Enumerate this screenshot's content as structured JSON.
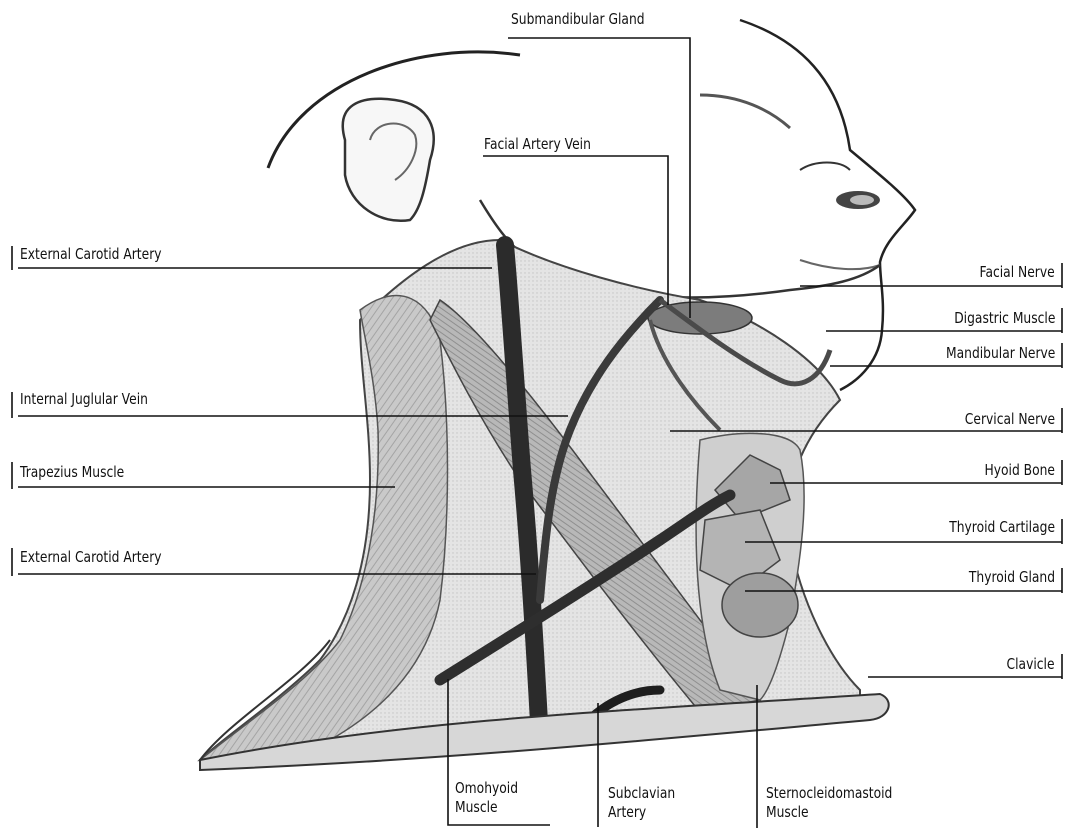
{
  "diagram": {
    "colors": {
      "ink": "#111111",
      "skin": "#f6f6f6",
      "muscle": "#bdbdbd",
      "muscle_dark": "#8e8e8e",
      "vessel": "#2b2b2b",
      "bone": "#a6a6a6",
      "gland": "#9e9e9e"
    },
    "labels": {
      "submandibular_gland": "Submandibular Gland",
      "facial_artery_vein": "Facial Artery Vein",
      "external_carotid_artery_top": "External Carotid Artery",
      "internal_jugular_vein": "Internal Juglular Vein",
      "trapezius_muscle": "Trapezius Muscle",
      "external_carotid_artery_bottom": "External Carotid Artery",
      "facial_nerve": "Facial Nerve",
      "digastric_muscle": "Digastric Muscle",
      "mandibular_nerve": "Mandibular Nerve",
      "cervical_nerve": "Cervical Nerve",
      "hyoid_bone": "Hyoid Bone",
      "thyroid_cartilage": "Thyroid Cartilage",
      "thyroid_gland": "Thyroid Gland",
      "clavicle": "Clavicle",
      "omohyoid_muscle": [
        "Omohyoid",
        "Muscle"
      ],
      "subclavian_artery": [
        "Subclavian",
        "Artery"
      ],
      "sternocleidomastoid_muscle": [
        "Sternocleidomastoid",
        "Muscle"
      ]
    }
  }
}
